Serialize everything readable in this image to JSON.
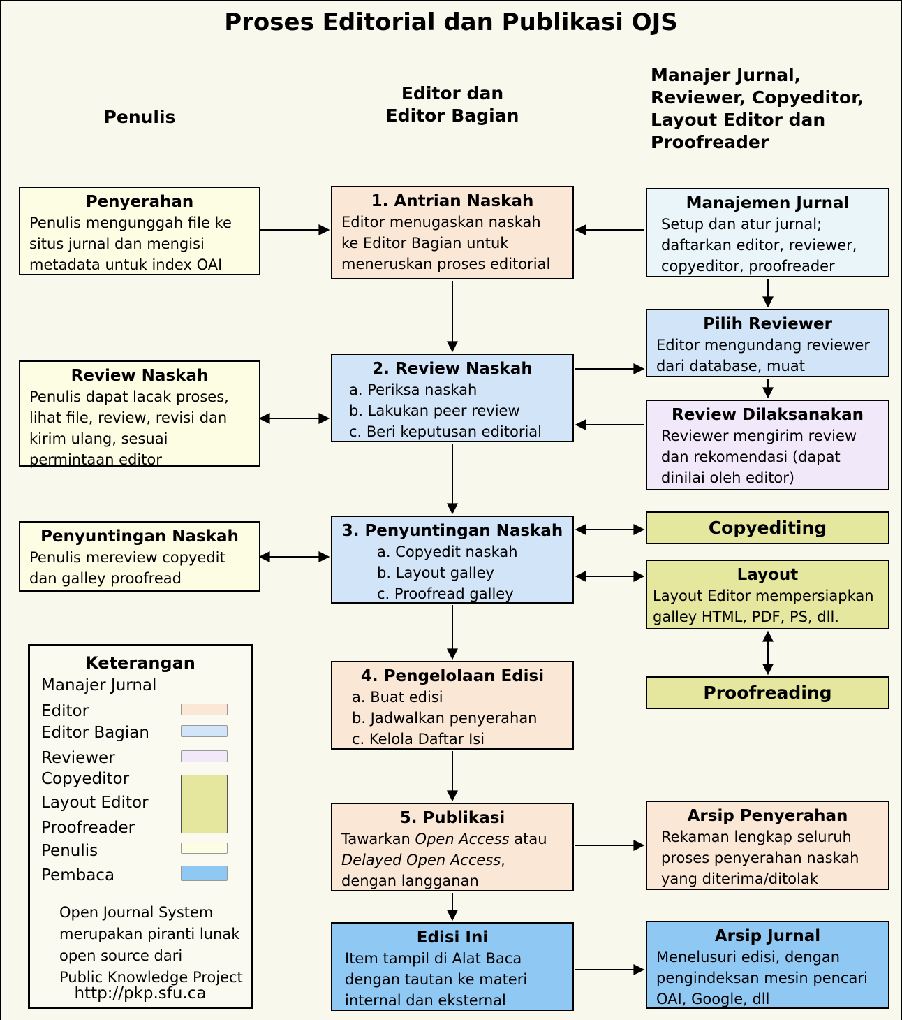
{
  "title": "Proses Editorial dan Publikasi OJS",
  "headers": {
    "col1": "Penulis",
    "col2_lines": [
      "Editor dan",
      "Editor Bagian"
    ],
    "col3_lines": [
      "Manajer Jurnal,",
      "Reviewer, Copyeditor,",
      "Layout Editor dan",
      "Proofreader"
    ]
  },
  "colors": {
    "background": "#f8f8ed",
    "author_yellow": "#fdfde4",
    "editor_peach": "#fbe7d5",
    "section_editor_blue": "#d2e5f8",
    "journal_manager_cyan": "#e9f5f9",
    "reviewer_lavender": "#f1e9fa",
    "copyeditor_olive": "#e5e79e",
    "reader_blue": "#90c8f4"
  },
  "boxes": {
    "penyerahan": {
      "title": "Penyerahan",
      "lines": [
        "Penulis mengunggah file ke",
        "situs jurnal dan mengisi",
        "metadata untuk index OAI"
      ]
    },
    "antrian": {
      "title": "1. Antrian Naskah",
      "lines": [
        "Editor menugaskan naskah",
        "ke Editor Bagian untuk",
        "meneruskan proses editorial"
      ]
    },
    "manajemen": {
      "title": "Manajemen Jurnal",
      "lines": [
        "Setup dan atur jurnal;",
        "daftarkan editor, reviewer,",
        "copyeditor, proofreader"
      ]
    },
    "review_naskah_penulis": {
      "title": "Review Naskah",
      "lines": [
        "Penulis dapat lacak proses,",
        "lihat file, review, revisi dan",
        "kirim ulang, sesuai",
        "permintaan editor"
      ]
    },
    "review_naskah": {
      "title": "2. Review Naskah",
      "lines": [
        "a. Periksa naskah",
        "b. Lakukan peer review",
        "c. Beri keputusan editorial"
      ]
    },
    "pilih_reviewer": {
      "title": "Pilih Reviewer",
      "lines": [
        "Editor mengundang reviewer",
        "dari database, muat"
      ]
    },
    "review_dilaksanakan": {
      "title": "Review Dilaksanakan",
      "lines": [
        "Reviewer mengirim review",
        "dan rekomendasi (dapat",
        "dinilai oleh editor)"
      ]
    },
    "penyuntingan_penulis": {
      "title": "Penyuntingan Naskah",
      "lines": [
        "Penulis mereview copyedit",
        "dan galley proofread"
      ]
    },
    "penyuntingan": {
      "title": "3. Penyuntingan Naskah",
      "lines": [
        "a. Copyedit naskah",
        "b. Layout galley",
        "c. Proofread galley"
      ]
    },
    "copyediting": {
      "title": "Copyediting"
    },
    "layout": {
      "title": "Layout",
      "lines": [
        "Layout Editor mempersiapkan",
        "galley HTML, PDF, PS, dll."
      ]
    },
    "pengelolaan": {
      "title": "4. Pengelolaan Edisi",
      "lines": [
        "a. Buat edisi",
        "b. Jadwalkan penyerahan",
        "c. Kelola Daftar Isi"
      ]
    },
    "proofreading": {
      "title": "Proofreading"
    },
    "publikasi": {
      "title": "5. Publikasi",
      "l1a": "Tawarkan ",
      "l1b": "Open Access",
      "l1c": " atau",
      "l2a": "Delayed Open Access",
      "l2b": ",",
      "l3": "dengan langganan"
    },
    "arsip_penyerahan": {
      "title": "Arsip Penyerahan",
      "lines": [
        "Rekaman lengkap seluruh",
        "proses penyerahan naskah",
        "yang diterima/ditolak"
      ]
    },
    "edisi_ini": {
      "title": "Edisi Ini",
      "lines": [
        "Item tampil di Alat Baca",
        "dengan tautan ke materi",
        "internal dan eksternal"
      ]
    },
    "arsip_jurnal": {
      "title": "Arsip Jurnal",
      "lines": [
        "Menelusuri edisi, dengan",
        "pengindeksan mesin pencari",
        "OAI, Google, dll"
      ]
    }
  },
  "legend": {
    "title": "Keterangan",
    "items": [
      {
        "label": "Manajer Jurnal"
      },
      {
        "label": "Editor"
      },
      {
        "label": "Editor Bagian"
      },
      {
        "label": "Reviewer"
      },
      {
        "label": "Copyeditor"
      },
      {
        "label": "Layout Editor"
      },
      {
        "label": "Proofreader"
      },
      {
        "label": "Penulis"
      },
      {
        "label": "Pembaca"
      }
    ],
    "note_lines": [
      "Open Journal System",
      "merupakan piranti lunak",
      "open source dari",
      "Public Knowledge Project"
    ],
    "url": "http://pkp.sfu.ca"
  }
}
